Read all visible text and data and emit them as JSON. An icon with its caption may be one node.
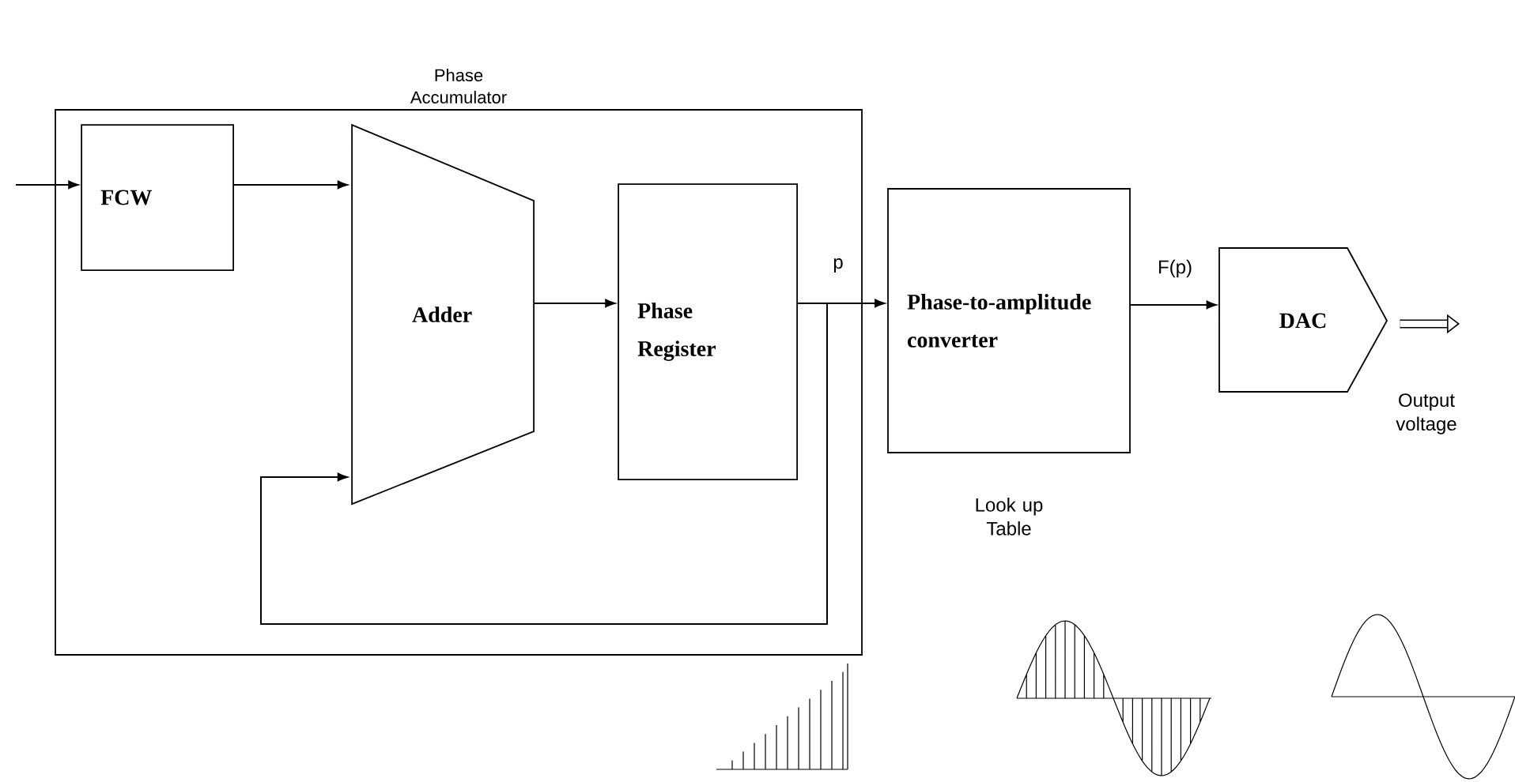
{
  "diagram": {
    "nodes": [
      {
        "text": [
          "Phase Accumulator"
        ]
      },
      {
        "text": [
          "FCW"
        ],
        "in": 0
      },
      {
        "text": [
          "Adder"
        ],
        "in": 0
      },
      {
        "text": [
          "Phase Register"
        ],
        "in": 0
      },
      {
        "text": [
          "Phase-to-amplitude converter"
        ],
        "beside": [
          "Look up Table"
        ]
      },
      {
        "text": [
          "DAC"
        ]
      }
    ],
    "edges": [
      {
        "from": null,
        "to": 1,
        "arrow": "to"
      },
      {
        "from": 1,
        "to": 2,
        "arrow": "to"
      },
      {
        "from": 2,
        "to": 3,
        "arrow": "to"
      },
      {
        "from": 3,
        "to": 4,
        "arrow": "to",
        "label": "p"
      },
      {
        "from": 3,
        "to": 2,
        "arrow": "to"
      },
      {
        "from": 4,
        "to": 5,
        "arrow": "to",
        "label": "F(p)"
      },
      {
        "from": 5,
        "to": null,
        "arrow": "to",
        "style": "thick"
      }
    ],
    "labels": [
      "Output voltage"
    ]
  }
}
